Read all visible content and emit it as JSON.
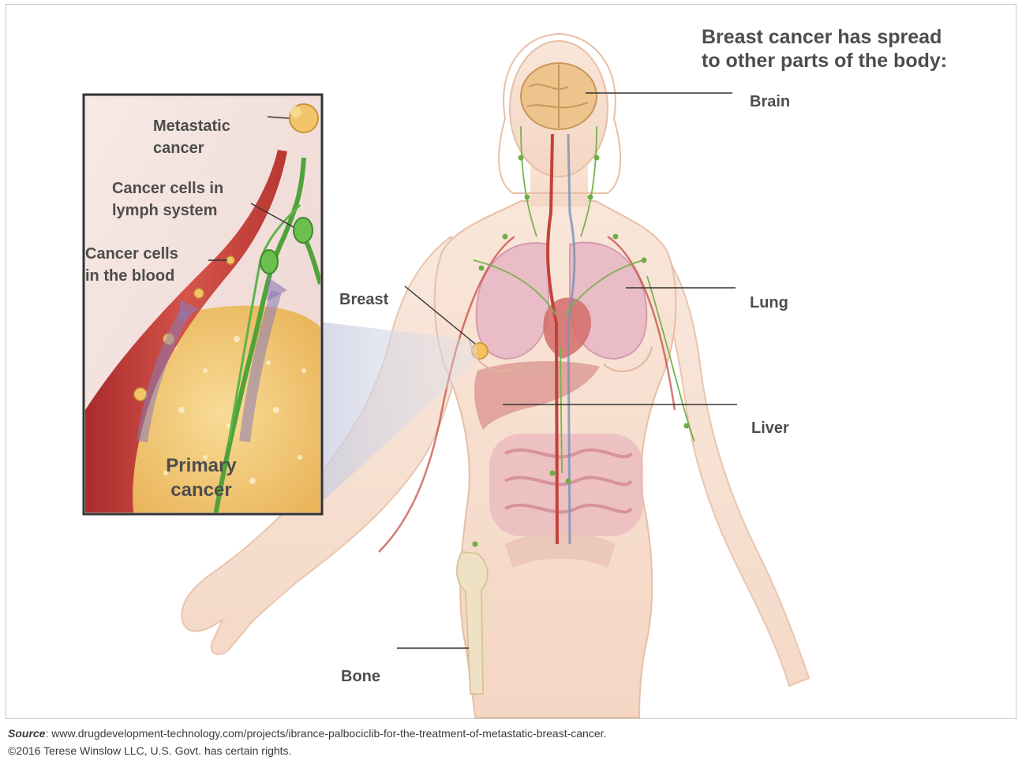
{
  "headline": {
    "line1": "Breast cancer has spread",
    "line2": "to other parts of the body:"
  },
  "organ_labels": {
    "brain": "Brain",
    "lung": "Lung",
    "liver": "Liver",
    "breast": "Breast",
    "bone": "Bone"
  },
  "inset": {
    "metastatic": [
      "Metastatic",
      "cancer"
    ],
    "lymph": [
      "Cancer cells in",
      "lymph system"
    ],
    "blood": [
      "Cancer cells",
      "in the blood"
    ],
    "primary": [
      "Primary",
      "cancer"
    ]
  },
  "caption": {
    "source_label": "Source",
    "source_text": ": www.drugdevelopment-technology.com/projects/ibrance-palbociclib-for-the-treatment-of-metastatic-breast-cancer.",
    "copyright": "©2016 Terese Winslow LLC, U.S. Govt. has certain rights."
  },
  "colors": {
    "skin": "#f6dccb",
    "skin_outline": "#e7bfa7",
    "organ_pink": "#e9b8c6",
    "artery_red": "#c3423b",
    "lymph_green": "#5fa83a",
    "tissue_yellow": "#f1c872",
    "label_gray": "#4d4d4d",
    "arrow_purple": "#8b7ab5"
  }
}
